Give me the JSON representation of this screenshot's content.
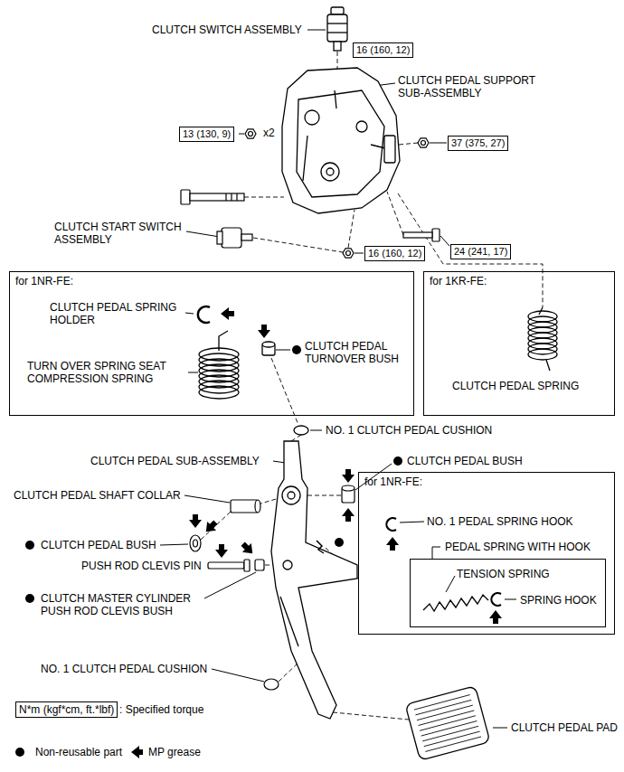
{
  "diagram": {
    "nodes": [
      {
        "text": [
          "16 (160, 12)"
        ]
      },
      {
        "text": [
          "13 (130, 9)"
        ]
      },
      {
        "text": [
          "37 (375, 27)"
        ]
      },
      {
        "text": [
          "24 (241, 17)"
        ]
      },
      {
        "text": [
          "16 (160, 12)"
        ]
      },
      {
        "text": [
          "for 1NR-FE:"
        ]
      },
      {
        "text": [
          "for 1KR-FE:"
        ]
      },
      {
        "text": [
          "for 1NR-FE:"
        ]
      },
      {
        "text": [
          "PEDAL SPRING WITH HOOK"
        ],
        "in": 7
      },
      {
        "text": [
          "N*m (kgf*cm, ft.*lbf)"
        ]
      }
    ],
    "labels": [
      "CLUTCH SWITCH ASSEMBLY",
      "CLUTCH PEDAL SUPPORT SUB-ASSEMBLY",
      "x2",
      "CLUTCH START SWITCH ASSEMBLY",
      "CLUTCH PEDAL SPRING HOLDER",
      "CLUTCH PEDAL TURNOVER BUSH",
      "TURN OVER SPRING SEAT COMPRESSION SPRING",
      "CLUTCH PEDAL SPRING",
      "NO. 1 CLUTCH PEDAL CUSHION",
      "CLUTCH PEDAL SUB-ASSEMBLY",
      "CLUTCH PEDAL BUSH",
      "CLUTCH PEDAL SHAFT COLLAR",
      "NO. 1 PEDAL SPRING HOOK",
      "CLUTCH PEDAL BUSH",
      "TENSION SPRING",
      "PUSH ROD CLEVIS PIN",
      "SPRING HOOK",
      "CLUTCH MASTER CYLINDER PUSH ROD CLEVIS BUSH",
      "NO. 1 CLUTCH PEDAL CUSHION",
      "CLUTCH PEDAL PAD",
      ": Specified torque"
    ],
    "legend": [
      {
        "text": "Non-reusable part"
      },
      {
        "text": "MP grease"
      }
    ]
  }
}
